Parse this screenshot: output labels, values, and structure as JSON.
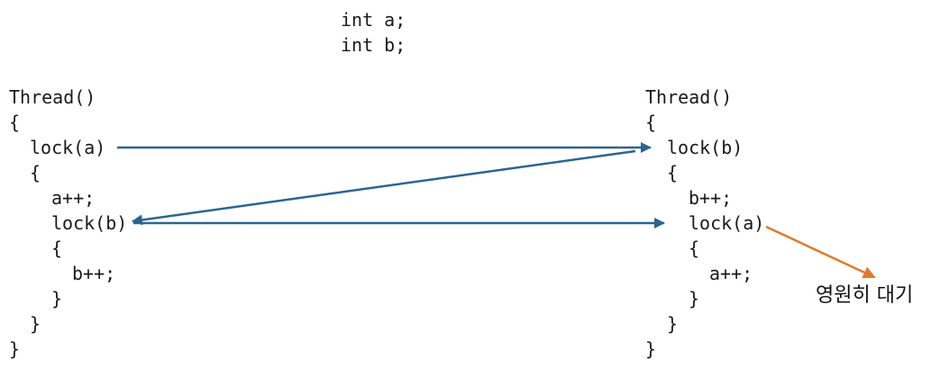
{
  "shared_vars": [
    "int a;",
    "int b;"
  ],
  "thread_left": {
    "lines": [
      "Thread()",
      "{",
      "lock(a)",
      "{",
      "a++;",
      "lock(b)",
      "{",
      "b++;",
      "}",
      "}",
      "}"
    ]
  },
  "thread_right": {
    "lines": [
      "Thread()",
      "{",
      "lock(b)",
      "{",
      "b++;",
      "lock(a)",
      "{",
      "a++;",
      "}",
      "}",
      "}"
    ]
  },
  "deadlock_note": "영원히 대기",
  "colors": {
    "flow_arrow": "#2b6591",
    "deadlock_arrow": "#e07a2a",
    "text": "#1a1a1a"
  }
}
